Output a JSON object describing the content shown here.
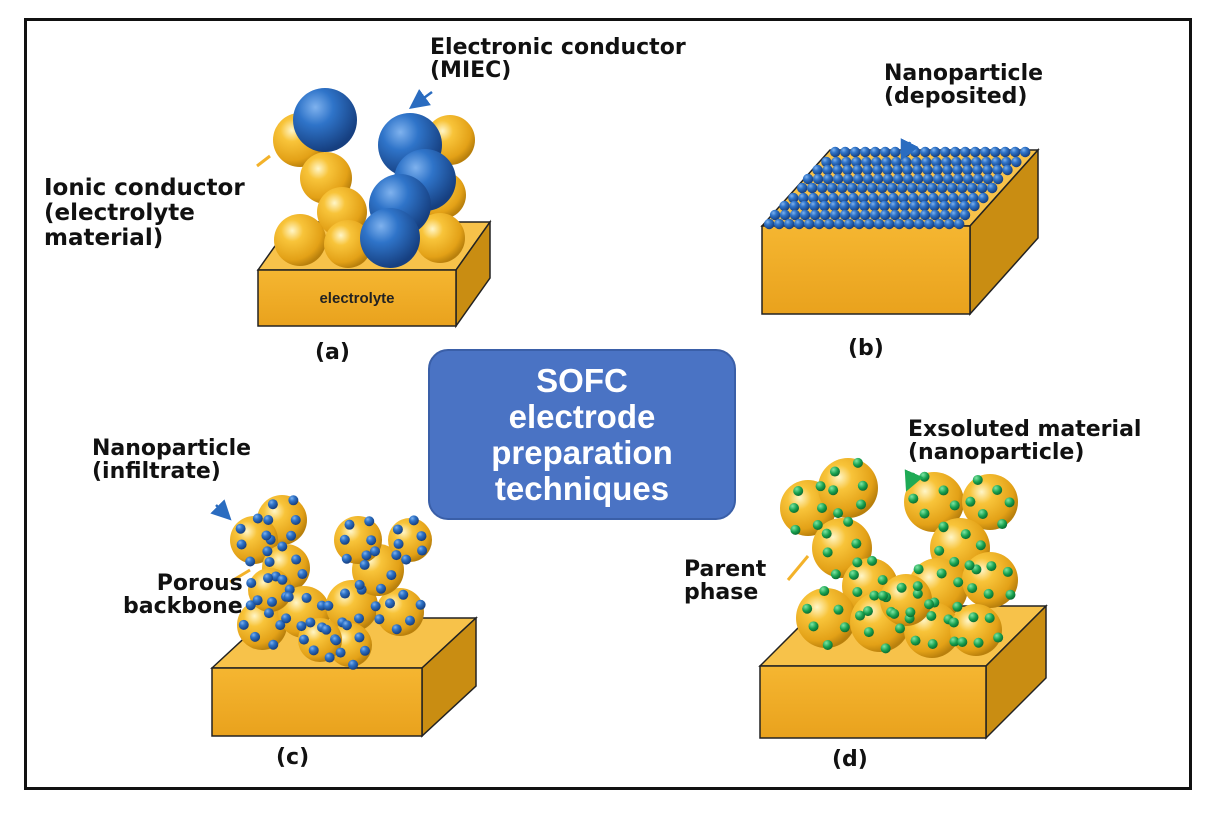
{
  "title_box": [
    "SOFC",
    "electrode",
    "preparation",
    "techniques"
  ],
  "panels": {
    "a": {
      "caption": "(a)",
      "electronic_label": "Electronic conductor\n(MIEC)",
      "ionic_label": "Ionic conductor\n(electrolyte\nmaterial)",
      "slab_label": "electrolyte"
    },
    "b": {
      "caption": "(b)",
      "nanoparticle_label": "Nanoparticle\n(deposited)"
    },
    "c": {
      "caption": "(c)",
      "nanoparticle_label": "Nanoparticle\n(infiltrate)",
      "backbone_label": "Porous\nbackbone"
    },
    "d": {
      "caption": "(d)",
      "exsolved_label": "Exsoluted material\n(nanoparticle)",
      "parent_label": "Parent\nphase"
    }
  },
  "colors": {
    "gold": "#f3b22a",
    "gold_dark": "#c88a10",
    "blue": "#2a6cc0",
    "green": "#1eaa55",
    "box_blue": "#4a73c4"
  }
}
